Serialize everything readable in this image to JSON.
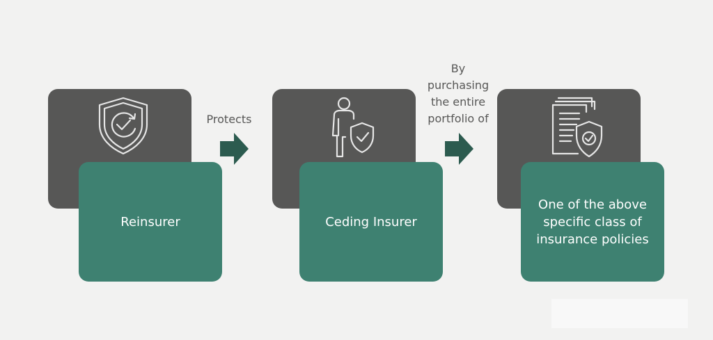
{
  "steps": [
    {
      "label": "Reinsurer",
      "icon": "shield-check-icon"
    },
    {
      "label": "Ceding Insurer",
      "icon": "person-shield-icon"
    },
    {
      "label": "One of the above specific class of insurance policies",
      "icon": "documents-shield-icon"
    }
  ],
  "connectors": [
    {
      "label": "Protects"
    },
    {
      "label": "By purchasing the entire portfolio of"
    }
  ],
  "colors": {
    "background": "#f2f2f1",
    "dark_box": "#575756",
    "green_box": "#3e8171",
    "arrow": "#2c5b4f",
    "icon_stroke": "#e6e6e6"
  }
}
